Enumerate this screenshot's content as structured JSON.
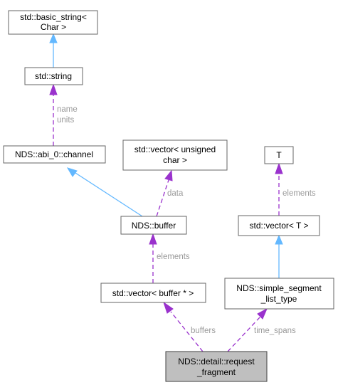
{
  "nodes": {
    "basic_string": [
      "std::basic_string<",
      "Char >"
    ],
    "string": [
      "std::string"
    ],
    "channel": [
      "NDS::abi_0::channel"
    ],
    "vector_uchar": [
      "std::vector< unsigned",
      "char >"
    ],
    "T": [
      "T"
    ],
    "buffer": [
      "NDS::buffer"
    ],
    "vector_T": [
      "std::vector< T >"
    ],
    "vector_buffer_ptr": [
      "std::vector< buffer * >"
    ],
    "simple_segment": [
      "NDS::simple_segment",
      "_list_type"
    ],
    "request_fragment": [
      "NDS::detail::request",
      "_fragment"
    ]
  },
  "edge_labels": {
    "name": "name",
    "units": "units",
    "data": "data",
    "elements_T": "elements",
    "elements_buffer": "elements",
    "buffers": "buffers",
    "time_spans": "time_spans"
  },
  "colors": {
    "inheritance": "#63b8ff",
    "usage": "#9a32cd",
    "label": "#9a9a9a",
    "focus_fill": "#bfbfbf"
  }
}
